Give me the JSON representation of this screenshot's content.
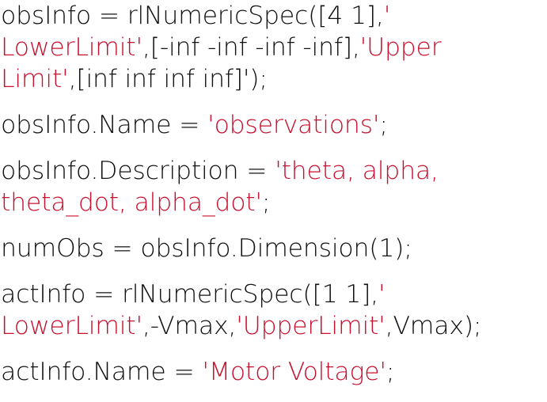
{
  "colors": {
    "code_text": "#111111",
    "string_literal": "#c8102e",
    "background": "#ffffff"
  },
  "statements": [
    {
      "lines": [
        [
          {
            "text": "obsInfo = rlNumericSpec([4 1],",
            "kind": "code"
          },
          {
            "text": "'",
            "kind": "string"
          }
        ],
        [
          {
            "text": "LowerLimit'",
            "kind": "string"
          },
          {
            "text": ",[-inf -inf -inf -inf],",
            "kind": "code"
          },
          {
            "text": "'Upper",
            "kind": "string"
          }
        ],
        [
          {
            "text": "Limit'",
            "kind": "string"
          },
          {
            "text": ",[inf inf inf inf]');",
            "kind": "code"
          }
        ]
      ]
    },
    {
      "lines": [
        [
          {
            "text": "obsInfo.Name = ",
            "kind": "code"
          },
          {
            "text": "'observations'",
            "kind": "string"
          },
          {
            "text": ";",
            "kind": "code"
          }
        ]
      ]
    },
    {
      "lines": [
        [
          {
            "text": "obsInfo.Description = ",
            "kind": "code"
          },
          {
            "text": "'theta, alpha,",
            "kind": "string"
          }
        ],
        [
          {
            "text": "theta_dot, alpha_dot'",
            "kind": "string"
          },
          {
            "text": ";",
            "kind": "code"
          }
        ]
      ]
    },
    {
      "lines": [
        [
          {
            "text": "numObs = obsInfo.Dimension(1);",
            "kind": "code"
          }
        ]
      ]
    },
    {
      "lines": [
        [
          {
            "text": "actInfo = rlNumericSpec([1 1],",
            "kind": "code"
          },
          {
            "text": "'",
            "kind": "string"
          }
        ],
        [
          {
            "text": "LowerLimit'",
            "kind": "string"
          },
          {
            "text": ",-Vmax,",
            "kind": "code"
          },
          {
            "text": "'UpperLimit'",
            "kind": "string"
          },
          {
            "text": ",Vmax);",
            "kind": "code"
          }
        ]
      ]
    },
    {
      "lines": [
        [
          {
            "text": "actInfo.Name = ",
            "kind": "code"
          },
          {
            "text": "'Motor Voltage'",
            "kind": "string"
          },
          {
            "text": ";",
            "kind": "code"
          }
        ]
      ]
    }
  ]
}
